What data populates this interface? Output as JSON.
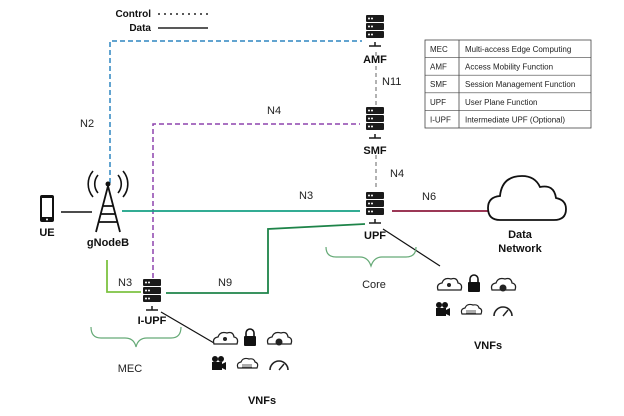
{
  "legend": {
    "control_label": "Control",
    "data_label": "Data"
  },
  "nodes": {
    "ue": "UE",
    "gnodeb": "gNodeB",
    "amf": "AMF",
    "smf": "SMF",
    "upf": "UPF",
    "iupf": "I-UPF",
    "data_network_line1": "Data",
    "data_network_line2": "Network"
  },
  "interfaces": {
    "n2": "N2",
    "n4_top": "N4",
    "n11": "N11",
    "n4_right": "N4",
    "n3_top": "N3",
    "n6": "N6",
    "n3_left": "N3",
    "n9": "N9"
  },
  "groups": {
    "core": "Core",
    "mec": "MEC"
  },
  "vnfs": {
    "right": "VNFs",
    "bottom": "VNFs"
  },
  "abbreviations": [
    {
      "abbr": "MEC",
      "full": "Multi-access Edge Computing"
    },
    {
      "abbr": "AMF",
      "full": "Access Mobility Function"
    },
    {
      "abbr": "SMF",
      "full": "Session Management Function"
    },
    {
      "abbr": "UPF",
      "full": "User Plane Function"
    },
    {
      "abbr": "I-UPF",
      "full": "Intermediate UPF (Optional)"
    }
  ],
  "colors": {
    "n2_link": "#2E86C1",
    "n4_link": "#8E44AD",
    "n3_link": "#16A085",
    "n9_link": "#1E8449",
    "iupf_link": "#7DC242",
    "n6_link": "#8E1B3E",
    "n11_link": "#999999",
    "brace": "#66AA77"
  }
}
